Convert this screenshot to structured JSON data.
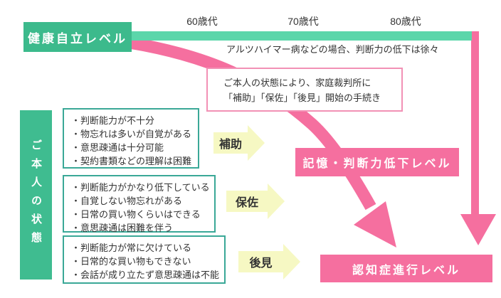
{
  "diagram": {
    "title_box": "健康自立レベル",
    "age_labels": [
      "60歳代",
      "70歳代",
      "80歳代"
    ],
    "alzheimer_note": "アルツハイマー病などの場合、判断力の低下は徐々",
    "procedure_box": {
      "line1": "ご本人の状態により、家庭裁判所に",
      "line2": "「補助」「保佐」「後見」開始の手続き"
    },
    "left_axis_label": "ご本人の状態",
    "condition_boxes": [
      {
        "items": [
          "判断能力が不十分",
          "物忘れは多いが自覚がある",
          "意思疎通は十分可能",
          "契約書類などの理解は困難"
        ]
      },
      {
        "items": [
          "判断能力がかなり低下している",
          "自覚しない物忘れがある",
          "日常の買い物くらいはできる",
          "意思疎通は困難を伴う"
        ]
      },
      {
        "items": [
          "判断能力が常に欠けている",
          "日常的な買い物もできない",
          "会話が成り立たず意思疎通は不能"
        ]
      }
    ],
    "stage_arrows": [
      "補助",
      "保佐",
      "後見"
    ],
    "level_boxes": {
      "decline": "記憶・判断力低下レベル",
      "dementia": "認知症進行レベル"
    },
    "colors": {
      "green_box": "#3cba8c",
      "teal_bar": "#5bd6aa",
      "teal_border": "#3aa897",
      "pink": "#f56f9f",
      "pink_border": "#f291b5",
      "yellow_arrow": "#f6f8c3",
      "text": "#333333"
    }
  }
}
